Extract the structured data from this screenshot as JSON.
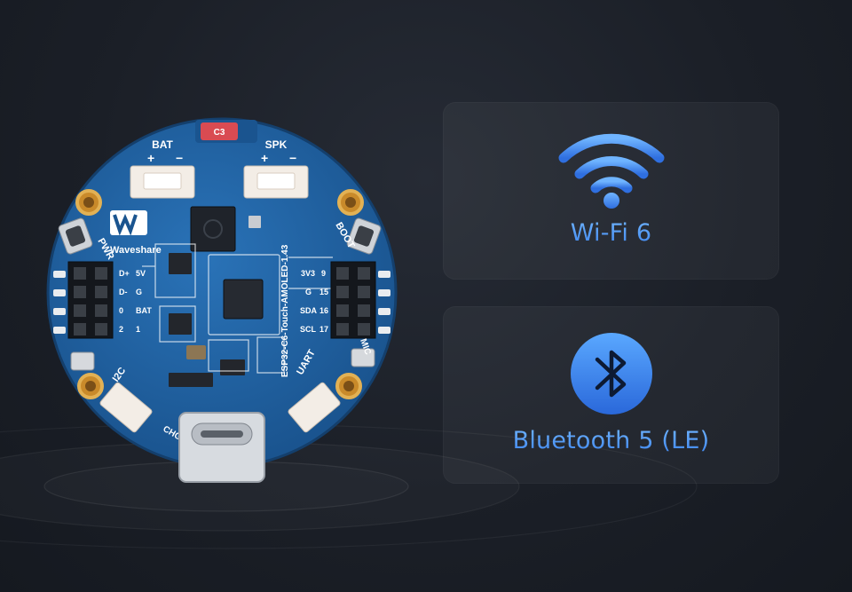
{
  "features": {
    "wifi": {
      "label": "Wi-Fi 6",
      "icon": "wifi-icon"
    },
    "bluetooth": {
      "label": "Bluetooth 5 (LE)",
      "icon": "bluetooth-icon"
    }
  },
  "board": {
    "brand": "Waveshare",
    "model": "ESP32-C6-Touch-AMOLED-1.43",
    "connector_labels": [
      "BAT",
      "SPK",
      "PWR",
      "BOOT",
      "MIC",
      "I2C",
      "UART",
      "CHG"
    ],
    "left_pins": [
      "D+",
      "5V",
      "D-",
      "G",
      "0",
      "BAT",
      "2",
      "1"
    ],
    "right_pins": [
      "3V3",
      "9",
      "G",
      "15",
      "SDA",
      "16",
      "SCL",
      "17"
    ]
  },
  "colors": {
    "accent": "#3f86ee",
    "pcb": "#1f5fa0",
    "background": "#1b1f27"
  }
}
